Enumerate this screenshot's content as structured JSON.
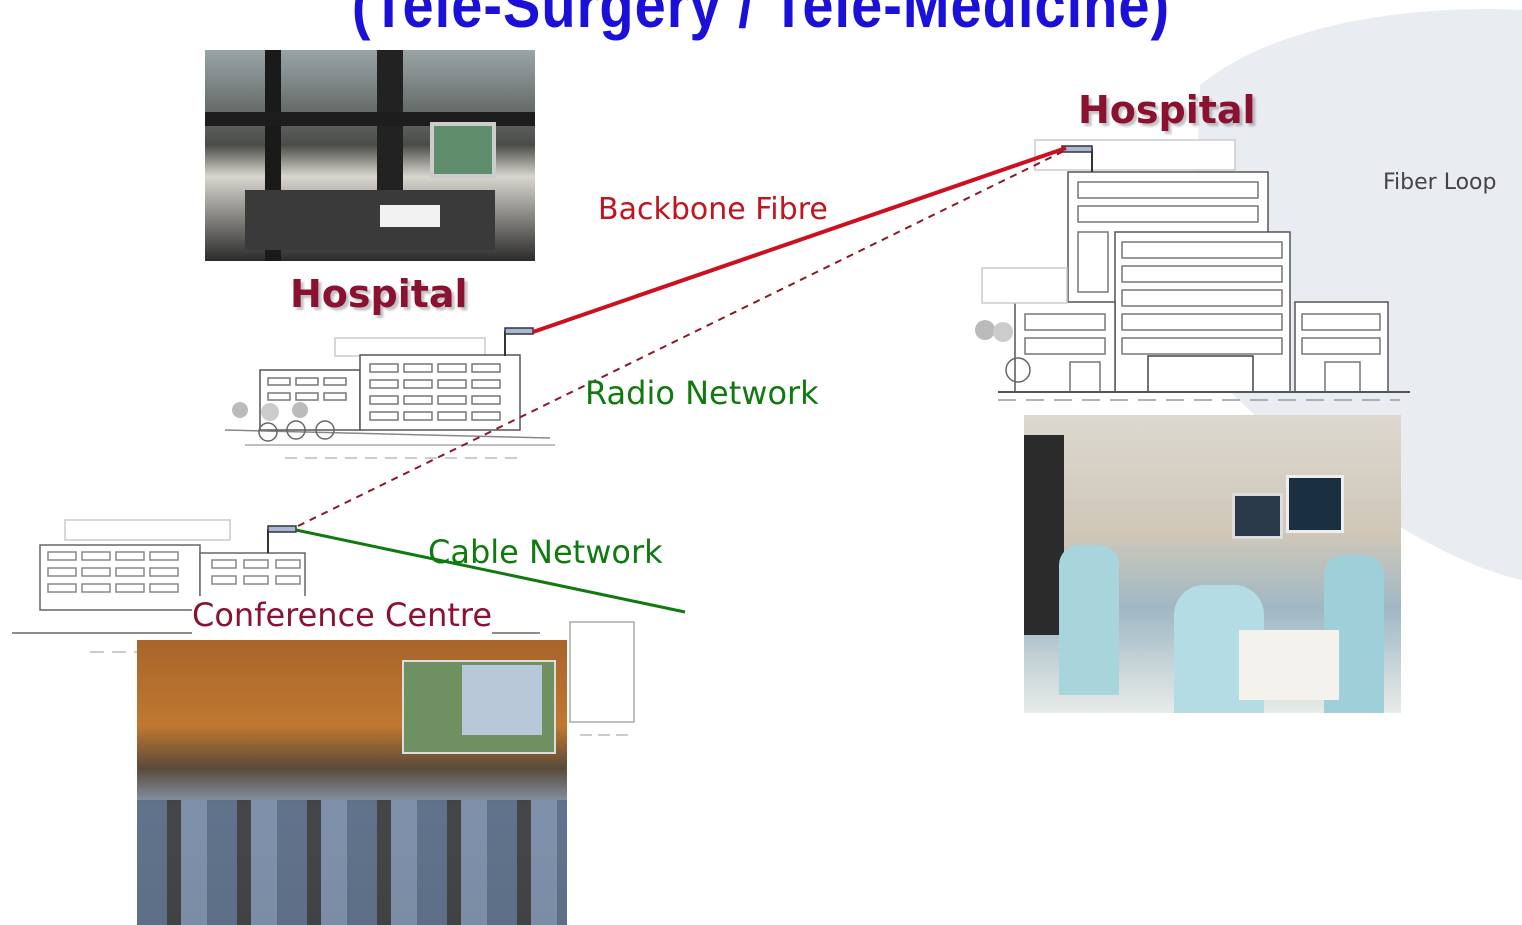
{
  "title": "(Tele-Surgery / Tele-Medicine)",
  "labels": {
    "hospital_left": "Hospital",
    "hospital_right": "Hospital",
    "backbone": "Backbone Fibre",
    "radio": "Radio Network",
    "cable": "Cable Network",
    "conference": "Conference Centre",
    "fiber_loop": "Fiber Loop"
  },
  "colors": {
    "title": "#1a10d8",
    "hospital_label": "#8a1230",
    "backbone_line": "#cc1020",
    "cable_line": "#107a10",
    "dashed_line": "#8a1a2a"
  }
}
